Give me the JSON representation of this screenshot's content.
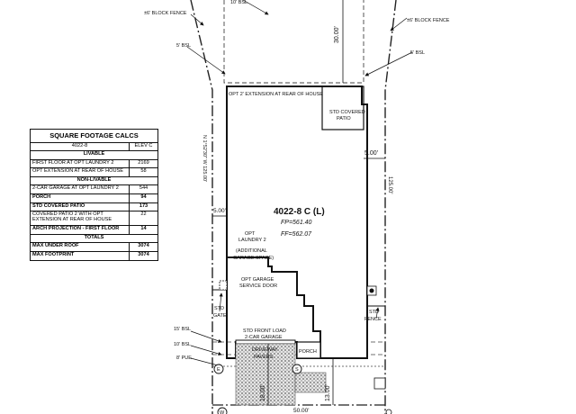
{
  "labels": {
    "block_fence_left": "±6' BLOCK FENCE",
    "block_fence_right": "±6' BLOCK FENCE",
    "bsl_5_left": "5' BSL",
    "bsl_5_right": "5' BSL",
    "bsl_10_top": "10' BSL",
    "dim_30": "30.00'",
    "opt_extension": "OPT 2' EXTENSION AT REAR OF HOUSE",
    "std_covered_patio": [
      "STD COVERED",
      "PATIO"
    ],
    "dim_5_right": "5.00'",
    "dim_125_right": "125.00'",
    "dim_5_left": "5.00'",
    "bearing_left": "N 1°52'30\" W  125.00'",
    "plan_name": "4022-8 C (L)",
    "fp": "FP=561.40",
    "ff": "FF=562.07",
    "opt_laundry": [
      "OPT",
      "LAUNDRY 2"
    ],
    "additional_garage": [
      "(ADDITIONAL",
      "GARAGE SPACE)"
    ],
    "opt_garage_door": [
      "OPT GARAGE",
      "SERVICE DOOR"
    ],
    "std_gate": [
      "STD",
      "GATE"
    ],
    "std_fence": [
      "STD",
      "FENCE"
    ],
    "bsl_15": "15' BSL",
    "bsl_10": "10' BSL",
    "pue_8": "8' PUE",
    "std_front_load": [
      "STD FRONT LOAD",
      "2-CAR GARAGE"
    ],
    "driveway": [
      "DRIVEWAY",
      "PAVERS"
    ],
    "porch": "PORCH",
    "dim_18": "18.00'",
    "dim_13": "13.00'",
    "dim_50": "50.00'",
    "marker_e": "E",
    "marker_s": "S",
    "marker_w": "W"
  },
  "calc": {
    "title": "SQUARE FOOTAGE CALCS",
    "header": [
      "4022-8",
      "ELEV C"
    ],
    "rows": [
      {
        "type": "section",
        "label": "LIVABLE"
      },
      {
        "label": "FIRST FLOOR AT OPT LAUNDRY 2",
        "value": "2169"
      },
      {
        "label": "OPT EXTENSION AT REAR OF HOUSE",
        "value": "58"
      },
      {
        "type": "section",
        "label": "NON-LIVABLE"
      },
      {
        "label": "2-CAR GARAGE AT OPT LAUNDRY 2",
        "value": "544"
      },
      {
        "label": "PORCH",
        "value": "94",
        "bold": true
      },
      {
        "label": "STD COVERED PATIO",
        "value": "173",
        "bold": true
      },
      {
        "label": "COVERED PATIO 2 WITH OPT EXTENSION AT REAR OF HOUSE",
        "value": "22",
        "tall": true
      },
      {
        "label": "ARCH PROJECTION - FIRST FLOOR",
        "value": "14",
        "bold": true
      },
      {
        "type": "section",
        "label": "TOTALS"
      },
      {
        "label": "MAX UNDER ROOF",
        "value": "3074",
        "bold": true
      },
      {
        "label": "MAX FOOTPRINT",
        "value": "3074",
        "bold": true
      }
    ]
  }
}
